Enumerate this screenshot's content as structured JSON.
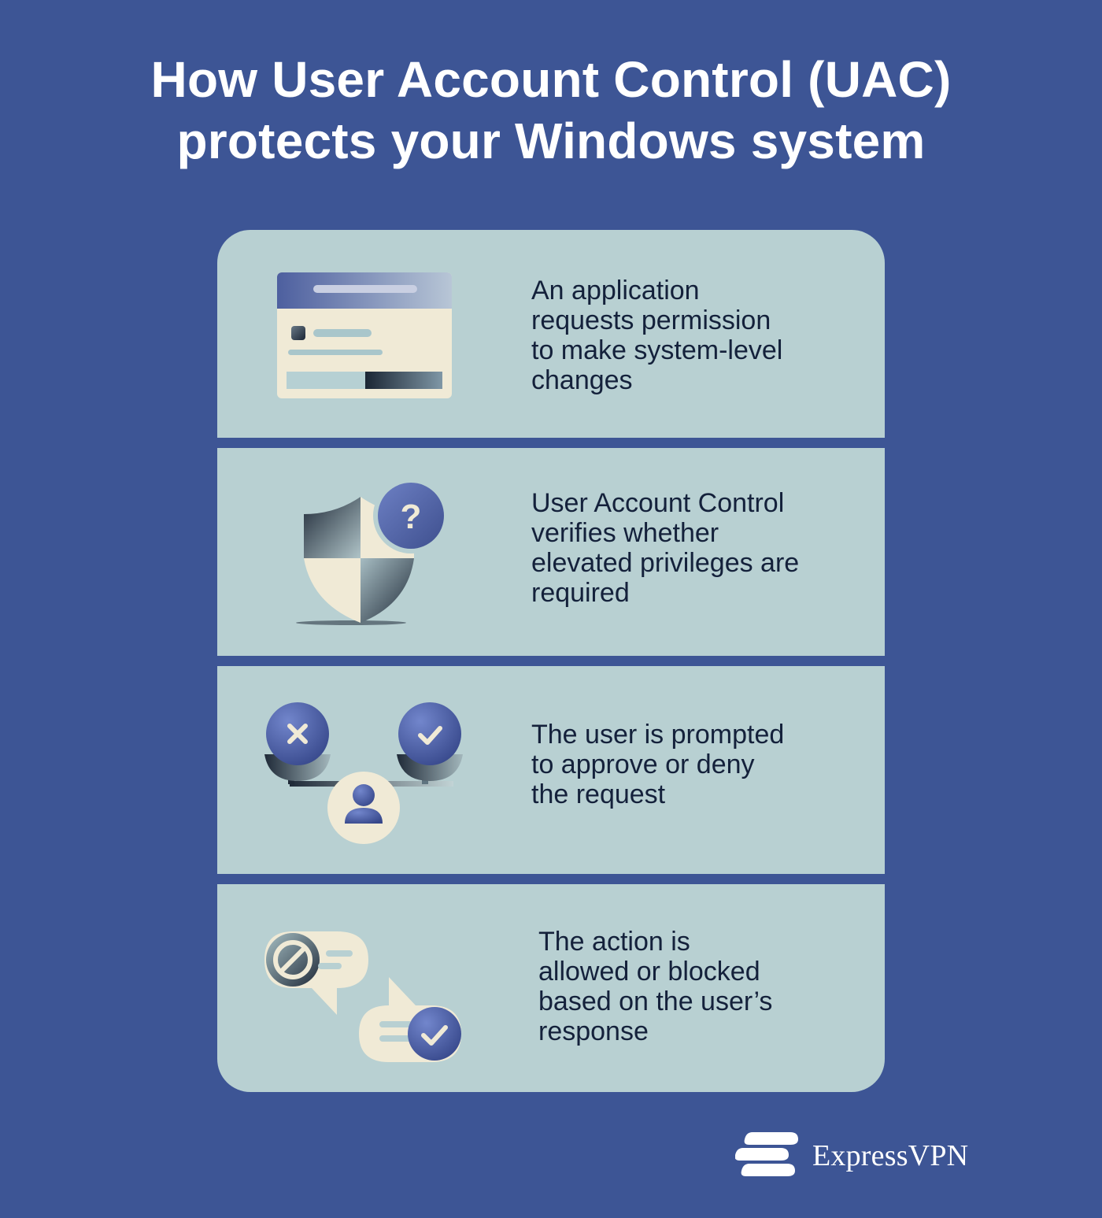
{
  "title": {
    "line1": "How User Account Control (UAC)",
    "line2": "protects your Windows system"
  },
  "steps": [
    {
      "icon": "app-window-dialog-icon",
      "lines": [
        "An application",
        "requests permission",
        "to make system-level",
        "changes"
      ]
    },
    {
      "icon": "shield-question-icon",
      "lines": [
        "User Account Control",
        "verifies whether",
        "elevated privileges are",
        "required"
      ]
    },
    {
      "icon": "user-approve-deny-scale-icon",
      "lines": [
        "The user is prompted",
        "to approve or deny",
        "the request"
      ]
    },
    {
      "icon": "blocked-allowed-chat-icon",
      "lines": [
        "The action is",
        "allowed or blocked",
        "based on the user’s",
        "response"
      ]
    }
  ],
  "brand": {
    "name": "ExpressVPN",
    "logo_icon": "expressvpn-logo-icon"
  },
  "colors": {
    "background": "#3d5595",
    "panel": "#b8d0d2",
    "text_dark": "#14213b",
    "cream": "#f0ead6",
    "accent_blue": "#5a6fb8"
  }
}
